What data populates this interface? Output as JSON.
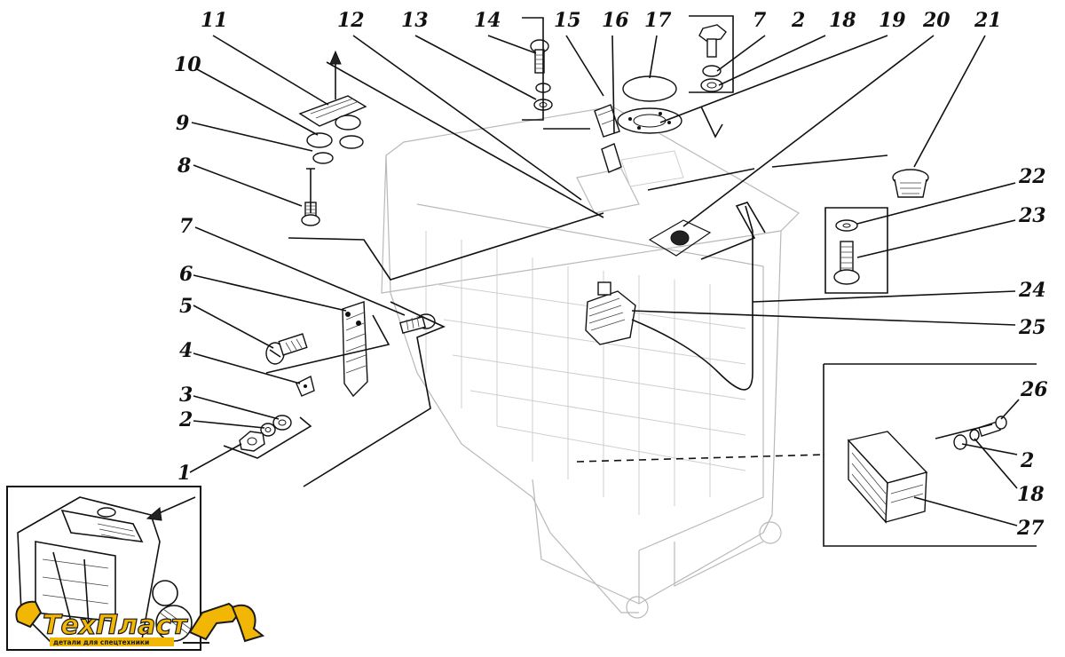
{
  "diagram": {
    "callouts": [
      {
        "id": "c1",
        "text": "1"
      },
      {
        "id": "c2a",
        "text": "2"
      },
      {
        "id": "c3",
        "text": "3"
      },
      {
        "id": "c4",
        "text": "4"
      },
      {
        "id": "c5",
        "text": "5"
      },
      {
        "id": "c6",
        "text": "6"
      },
      {
        "id": "c7a",
        "text": "7"
      },
      {
        "id": "c8",
        "text": "8"
      },
      {
        "id": "c9",
        "text": "9"
      },
      {
        "id": "c10",
        "text": "10"
      },
      {
        "id": "c11",
        "text": "11"
      },
      {
        "id": "c12",
        "text": "12"
      },
      {
        "id": "c13",
        "text": "13"
      },
      {
        "id": "c14",
        "text": "14"
      },
      {
        "id": "c15",
        "text": "15"
      },
      {
        "id": "c16",
        "text": "16"
      },
      {
        "id": "c17",
        "text": "17"
      },
      {
        "id": "c7b",
        "text": "7"
      },
      {
        "id": "c2b",
        "text": "2"
      },
      {
        "id": "c18a",
        "text": "18"
      },
      {
        "id": "c19",
        "text": "19"
      },
      {
        "id": "c20",
        "text": "20"
      },
      {
        "id": "c21",
        "text": "21"
      },
      {
        "id": "c22",
        "text": "22"
      },
      {
        "id": "c23",
        "text": "23"
      },
      {
        "id": "c24",
        "text": "24"
      },
      {
        "id": "c25",
        "text": "25"
      },
      {
        "id": "c26",
        "text": "26"
      },
      {
        "id": "c2c",
        "text": "2"
      },
      {
        "id": "c18b",
        "text": "18"
      },
      {
        "id": "c27",
        "text": "27"
      }
    ]
  },
  "logo": {
    "text_part1": "Тех",
    "text_part2": "Пласт",
    "tagline": "детали для спецтехники",
    "color_primary": "#f2b705",
    "color_outline": "#1a1a1a"
  }
}
